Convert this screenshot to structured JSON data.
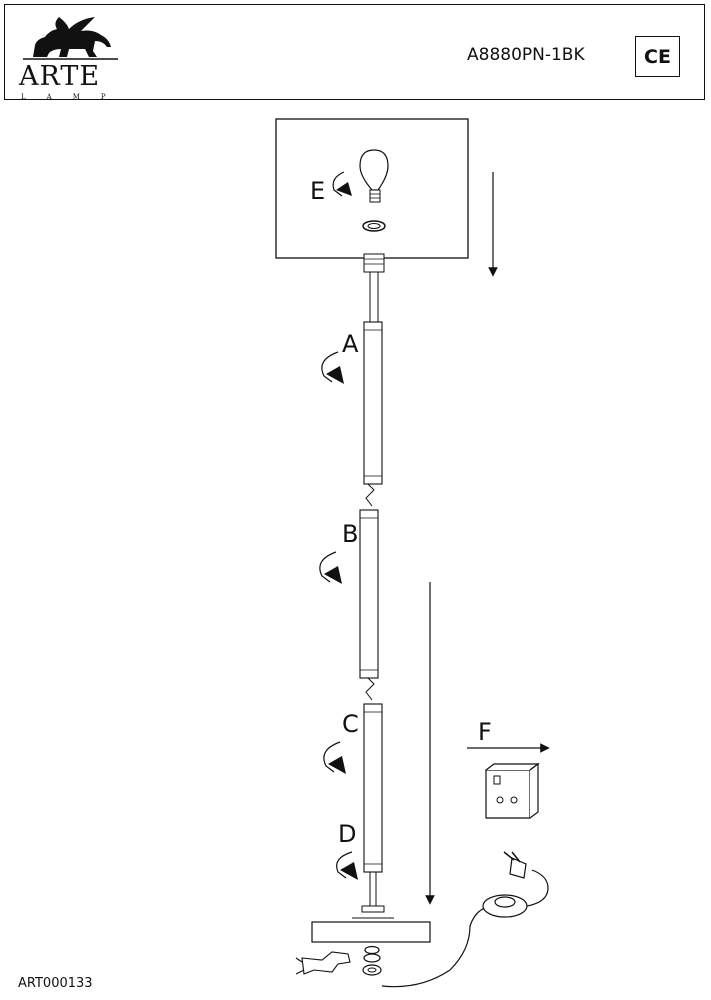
{
  "header": {
    "brand": "ARTE",
    "brand_sub": "LAMP",
    "model": "A8880PN-1BK",
    "certification": "CE"
  },
  "labels": {
    "a": "A",
    "b": "B",
    "c": "C",
    "d": "D",
    "e": "E",
    "f": "F"
  },
  "footer": {
    "code": "ART000133"
  }
}
